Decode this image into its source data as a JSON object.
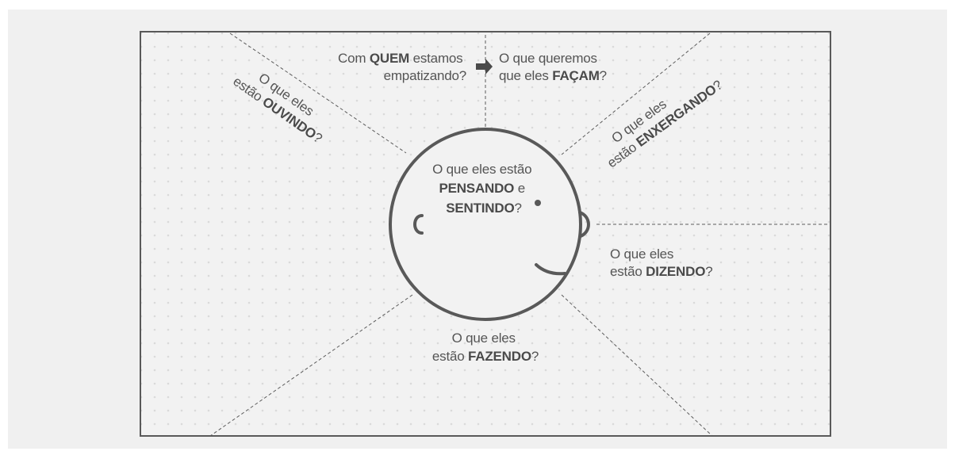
{
  "map": {
    "who": {
      "prefix": "Com",
      "strong": "QUEM",
      "suffix": "estamos",
      "line2": "empatizando?"
    },
    "do": {
      "line1": "O que queremos",
      "prefix": "que eles",
      "strong": "FAÇAM",
      "suffix": "?"
    },
    "think": {
      "line1": "O que eles estão",
      "strong1": "PENSANDO",
      "join": "e",
      "strong2": "SENTINDO",
      "suffix": "?"
    },
    "hear": {
      "line1": "O que eles",
      "prefix": "estão",
      "strong": "OUVINDO",
      "suffix": "?"
    },
    "see": {
      "line1": "O que eles",
      "prefix": "estão",
      "strong": "ENXERGANDO",
      "suffix": "?"
    },
    "say": {
      "line1": "O que eles",
      "prefix": "estão",
      "strong": "DIZENDO",
      "suffix": "?"
    },
    "doing": {
      "line1": "O que eles",
      "prefix": "estão",
      "strong": "FAZENDO",
      "suffix": "?"
    }
  }
}
